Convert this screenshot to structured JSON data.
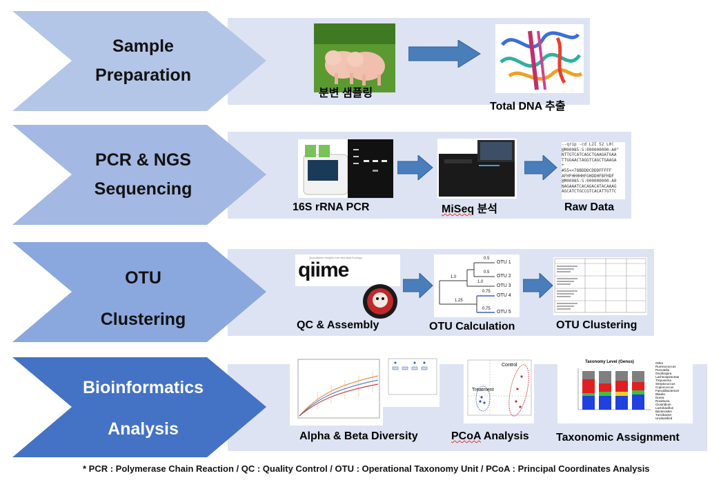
{
  "steps": [
    {
      "label_line1": "Sample",
      "label_line2": "Preparation",
      "items": [
        {
          "caption": "분변 샘플링"
        },
        {
          "caption": "Total DNA 추출"
        }
      ]
    },
    {
      "label_line1": "PCR & NGS",
      "label_line2": "Sequencing",
      "items": [
        {
          "caption": "16S rRNA PCR"
        },
        {
          "caption_main": "MiSeq",
          "caption_rest": " 분석"
        },
        {
          "caption": "Raw Data"
        }
      ]
    },
    {
      "label_line1": "OTU",
      "label_line2": "Clustering",
      "items": [
        {
          "caption": "QC & Assembly"
        },
        {
          "caption": "OTU Calculation"
        },
        {
          "caption": "OTU Clustering"
        }
      ]
    },
    {
      "label_line1": "Bioinformatics",
      "label_line2": "Analysis",
      "items": [
        {
          "caption": "Alpha & Beta Diversity"
        },
        {
          "caption_main": "PCoA",
          "caption_rest": " Analysis"
        },
        {
          "caption": "Taxonomic Assignment"
        }
      ]
    }
  ],
  "otu_tree": {
    "labels": [
      "OTU 1",
      "OTU 2",
      "OTU 3",
      "OTU 4",
      "OTU 5"
    ],
    "branch_values": [
      "0.5",
      "0.5",
      "1.0",
      "1.0",
      "0.75",
      "0.75",
      "1.25"
    ]
  },
  "raw_data_text": [
    "--qrip -cd L2I S2 L0(",
    "@M00085:5:000000000-A0\"",
    "NTTGTCATCAGCTGAAGATGAA",
    "TTGGAACTAGGTCAGCTGAAGA",
    "+",
    "#55<<78BDDDCDDDFFFFF",
    "AFHFHHHHHFGHDDHFBFHDF",
    "@M00085:5:000000000-A0",
    "NAGAAATCACAGACATACAAAG",
    "AGCATCTGCCGTCACATTGTTC"
  ],
  "qiime_logo": "qiime",
  "qiime_tagline": "Quantitative Insights Into Microbial Ecology",
  "pcoa": {
    "control_label": "Control",
    "treatment_label": "Treatment"
  },
  "taxonomy": {
    "title": "Taxonomy Level (Genus)",
    "legend": [
      "Other",
      "Ruminococcus",
      "Prevotella",
      "Oscillospira",
      "Lachnospiraceae",
      "Treponema",
      "Streptococcus",
      "Coprococcus",
      "Faecalibacterium",
      "Blautia",
      "Dorea",
      "Roseburia",
      "Clostridium",
      "Lactobacillus",
      "Bacteroides",
      "Turicibacter",
      "Unclassified"
    ]
  },
  "footnote": "* PCR : Polymerase Chain Reaction / QC : Quality Control / OTU : Operational Taxonomy Unit / PCoA : Principal Coordinates Analysis",
  "colors": {
    "chevron_1": "#b4c6e7",
    "chevron_2": "#a3b9e3",
    "chevron_3": "#8aa8de",
    "chevron_4": "#4472c4",
    "panel": "#dde3f2",
    "arrow": "#4a7ebb"
  }
}
